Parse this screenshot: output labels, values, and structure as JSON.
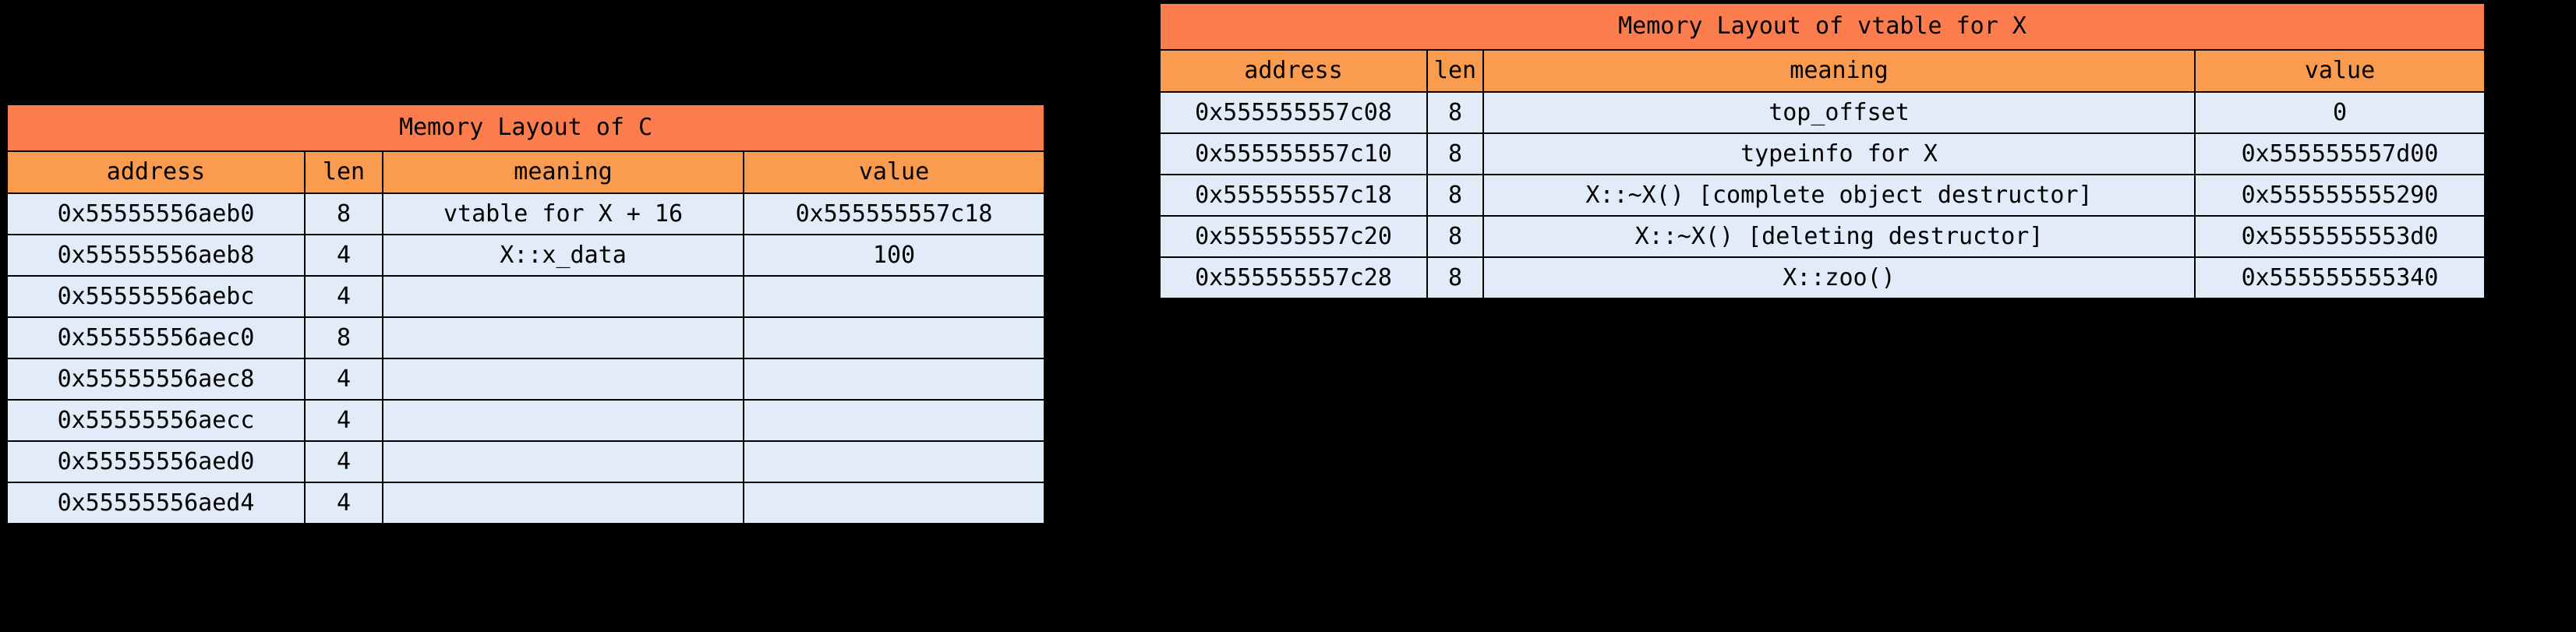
{
  "theme": {
    "background": "#000000",
    "title_row_color": "#FB7C4D",
    "header_row_color": "#FA9C4F",
    "data_row_color": "#E2ECF8",
    "border_color": "#000000",
    "text_color": "#000000"
  },
  "tables": [
    {
      "id": "layout-c",
      "title": "Memory Layout of C",
      "columns": [
        "address",
        "len",
        "meaning",
        "value"
      ],
      "rows": [
        [
          "0x55555556aeb0",
          "8",
          "vtable for X + 16",
          "0x555555557c18"
        ],
        [
          "0x55555556aeb8",
          "4",
          "X::x_data",
          "100"
        ],
        [
          "0x55555556aebc",
          "4",
          "",
          ""
        ],
        [
          "0x55555556aec0",
          "8",
          "",
          ""
        ],
        [
          "0x55555556aec8",
          "4",
          "",
          ""
        ],
        [
          "0x55555556aecc",
          "4",
          "",
          ""
        ],
        [
          "0x55555556aed0",
          "4",
          "",
          ""
        ],
        [
          "0x55555556aed4",
          "4",
          "",
          ""
        ]
      ]
    },
    {
      "id": "layout-vtable-x",
      "title": "Memory Layout of vtable for X",
      "columns": [
        "address",
        "len",
        "meaning",
        "value"
      ],
      "rows": [
        [
          "0x555555557c08",
          "8",
          "top_offset",
          "0"
        ],
        [
          "0x555555557c10",
          "8",
          "typeinfo for X",
          "0x555555557d00"
        ],
        [
          "0x555555557c18",
          "8",
          "X::~X() [complete object destructor]",
          "0x555555555290"
        ],
        [
          "0x555555557c20",
          "8",
          "X::~X() [deleting destructor]",
          "0x5555555553d0"
        ],
        [
          "0x555555557c28",
          "8",
          "X::zoo()",
          "0x555555555340"
        ]
      ]
    }
  ]
}
